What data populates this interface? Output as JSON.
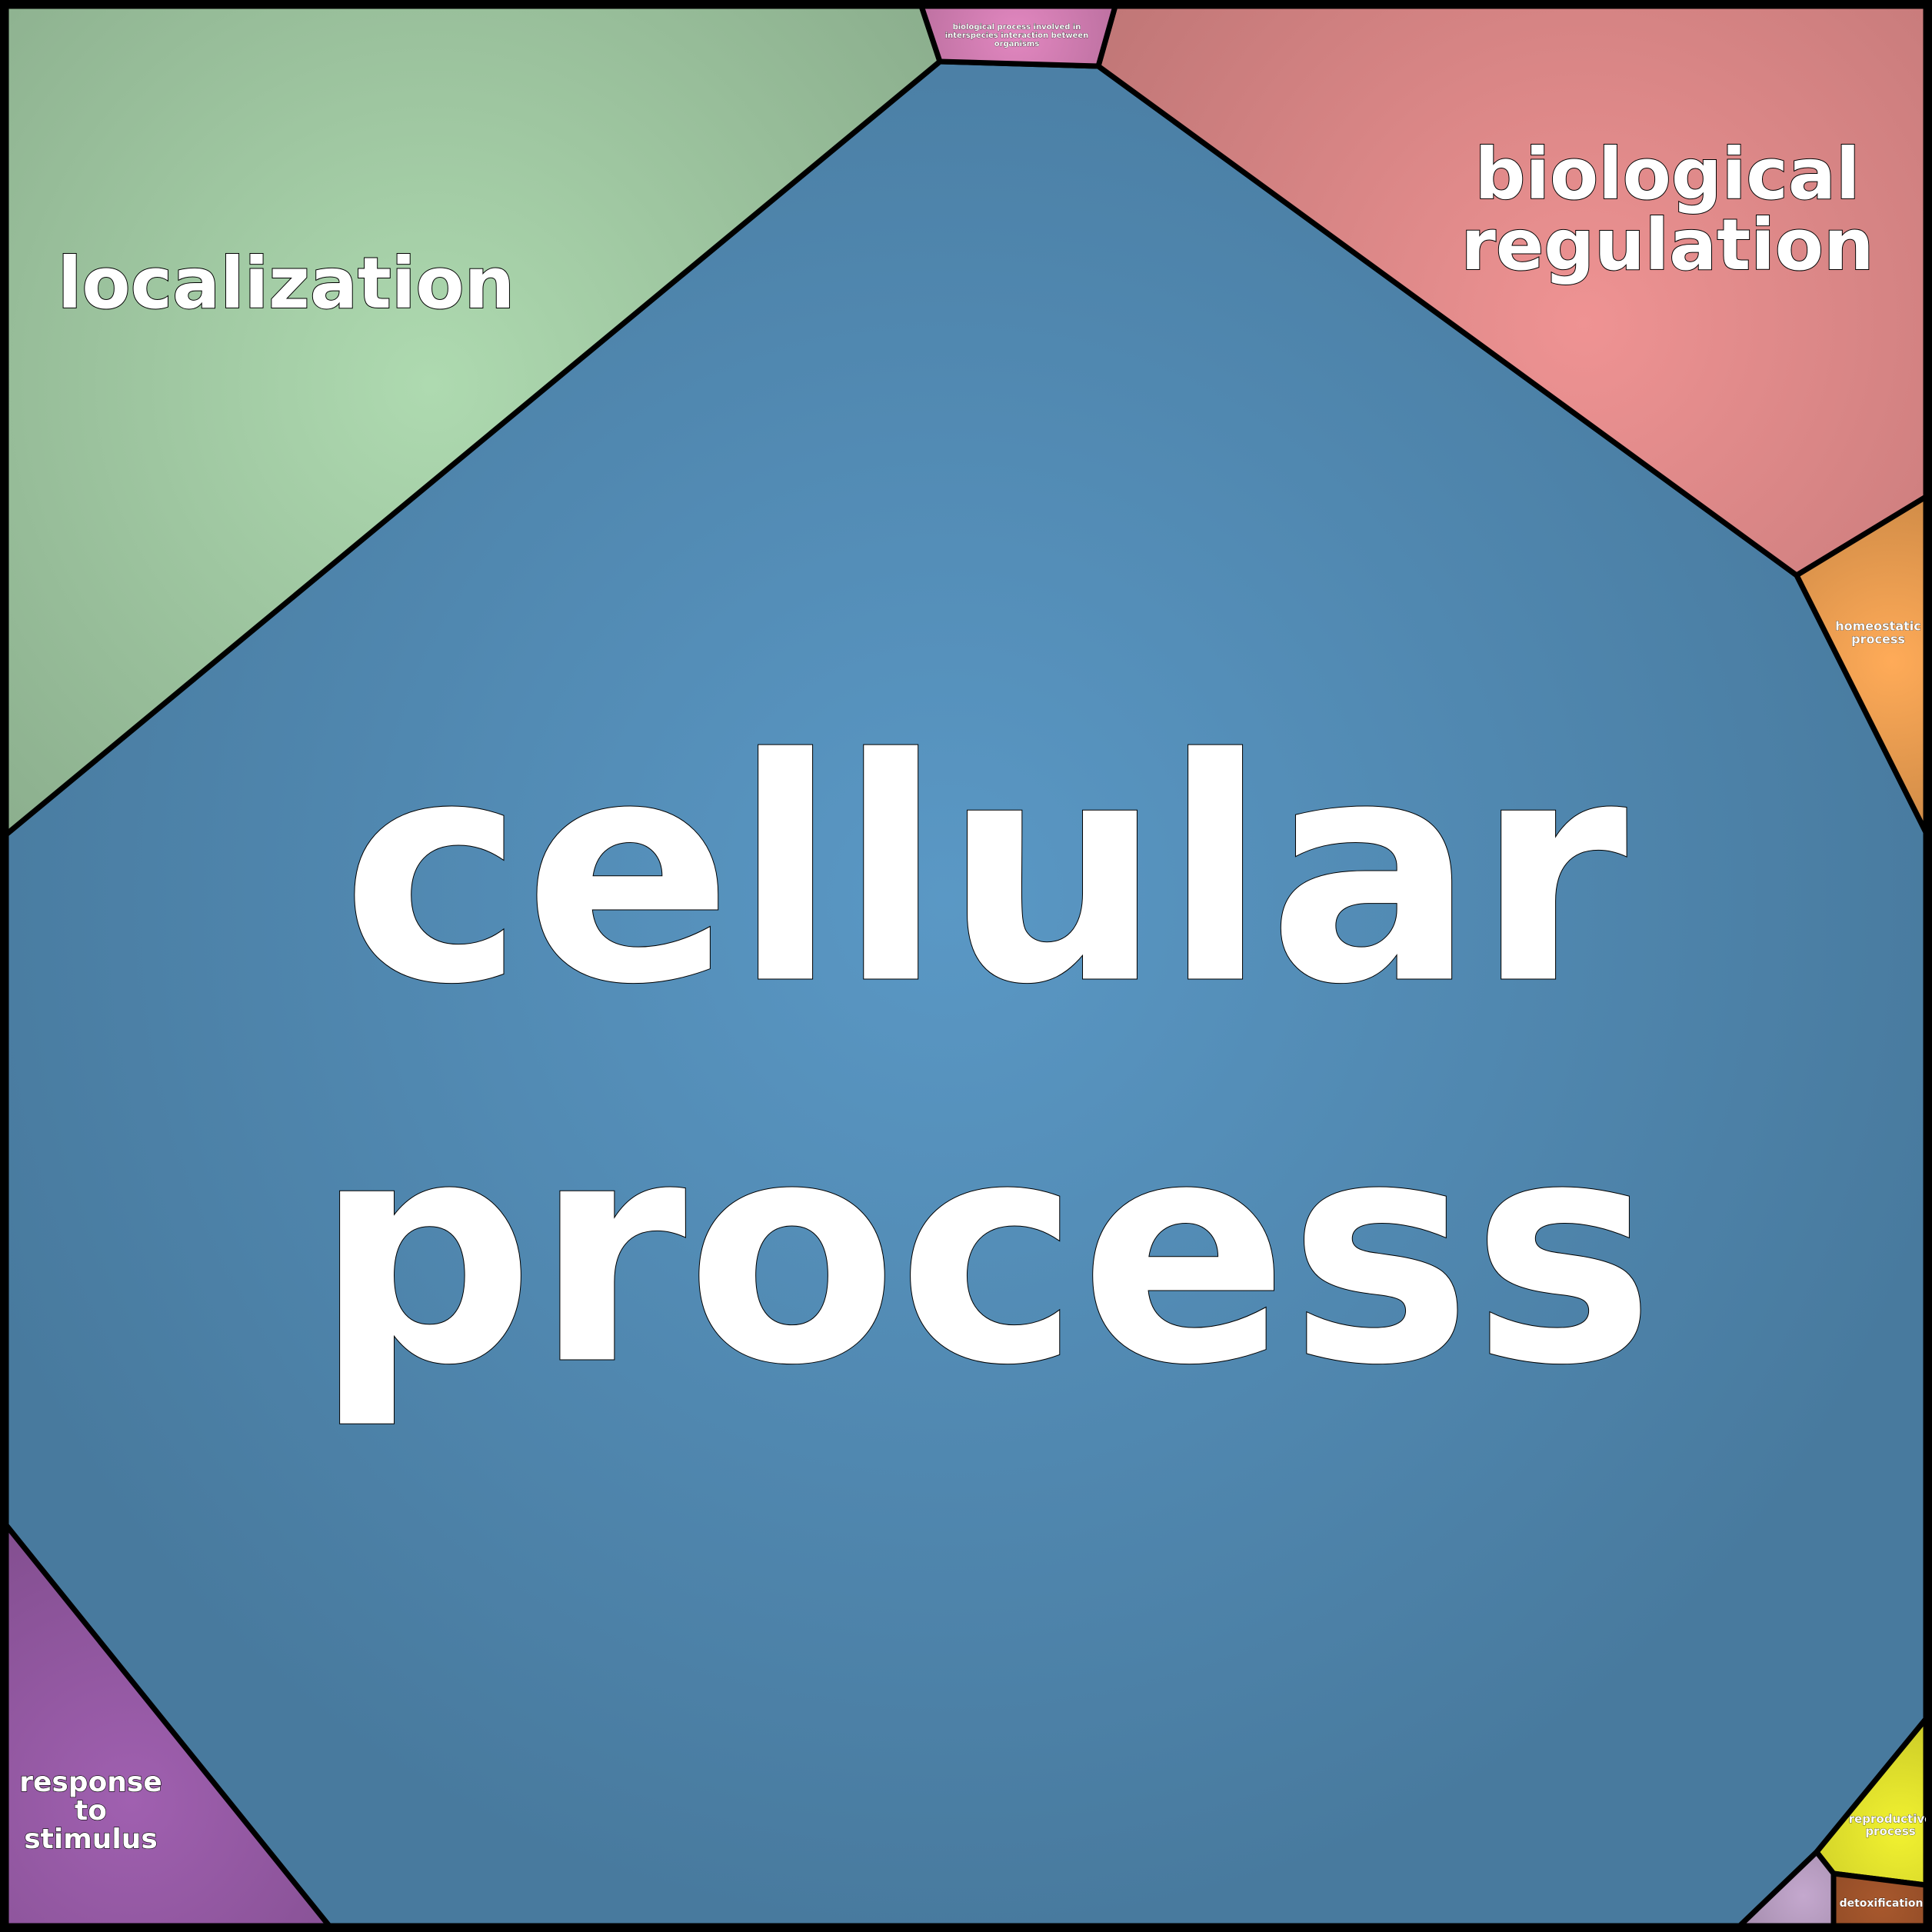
{
  "chart_data": {
    "type": "voronoi-treemap",
    "cells": [
      {
        "id": "cellular",
        "label": [
          "cellular",
          "process"
        ],
        "color": "#5a98c5"
      },
      {
        "id": "localization",
        "label": [
          "localization"
        ],
        "color": "#aedab0"
      },
      {
        "id": "regulation",
        "label": [
          "biological",
          "regulation"
        ],
        "color": "#ef9393"
      },
      {
        "id": "interspecies",
        "label": [
          "biological process involved in",
          "interspecies interaction between",
          "organisms"
        ],
        "color": "#e287c0"
      },
      {
        "id": "homeostatic",
        "label": [
          "homeostatic",
          "process"
        ],
        "color": "#ffab58"
      },
      {
        "id": "response",
        "label": [
          "response",
          "to",
          "stimulus"
        ],
        "color": "#a060b0"
      },
      {
        "id": "reproductive",
        "label": [
          "reproductive",
          "process"
        ],
        "color": "#f2f230"
      },
      {
        "id": "detoxification",
        "label": [
          "detoxification"
        ],
        "color": "#a8582d"
      },
      {
        "id": "small",
        "label": [],
        "color": "#c4a8ce"
      }
    ]
  }
}
